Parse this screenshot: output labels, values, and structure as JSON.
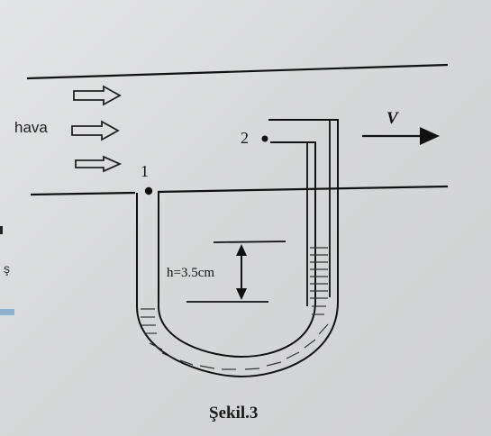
{
  "figure": {
    "air_label": "hava",
    "point_1": "1",
    "point_2": "2",
    "height_label": "h=3.5cm",
    "velocity_label": "V",
    "caption": "Şekil.3"
  },
  "margin": {
    "glyph": "ş"
  }
}
